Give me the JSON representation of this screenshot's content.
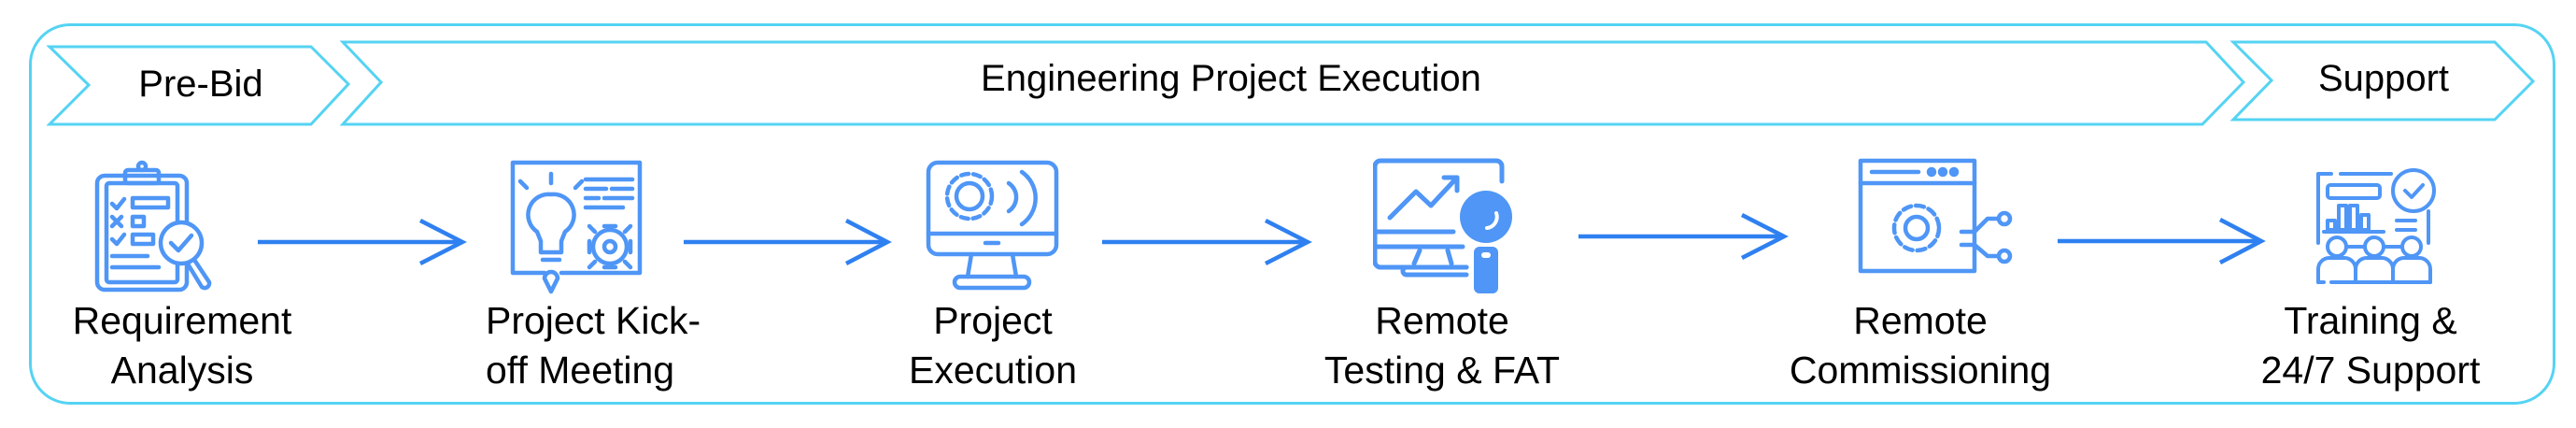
{
  "colors": {
    "border": "#55d3f3",
    "icon": "#4f96f6",
    "arrow": "#2f80f0",
    "text": "#000000"
  },
  "phases": [
    {
      "label": "Pre-Bid"
    },
    {
      "label": "Engineering Project Execution"
    },
    {
      "label": "Support"
    }
  ],
  "steps": [
    {
      "line1": "Requirement",
      "line2": "Analysis",
      "icon": "clipboard-checklist-magnifier-icon"
    },
    {
      "line1": "Project Kick-",
      "line2": "off Meeting",
      "icon": "lightbulb-gear-board-icon"
    },
    {
      "line1": "Project",
      "line2": "Execution",
      "icon": "monitor-gear-signal-icon"
    },
    {
      "line1": "Remote",
      "line2": "Testing & FAT",
      "icon": "monitor-chart-magnifier-icon"
    },
    {
      "line1": "Remote",
      "line2": "Commissioning",
      "icon": "browser-gear-network-icon"
    },
    {
      "line1": "Training &",
      "line2": "24/7 Support",
      "icon": "presentation-team-check-icon"
    }
  ]
}
